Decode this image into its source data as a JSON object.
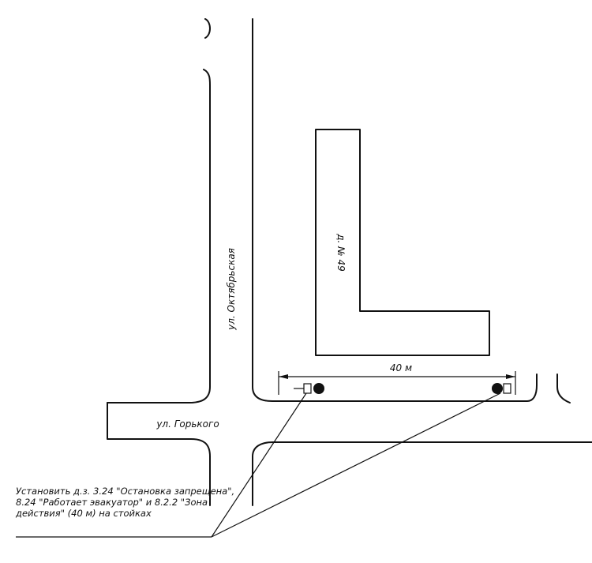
{
  "streets": {
    "vertical": "ул. Октябрьская",
    "horizontal": "ул. Горького"
  },
  "building": {
    "label": "д. № 49"
  },
  "zone": {
    "length_label": "40 м"
  },
  "note": {
    "lines": [
      "Установить д.з. 3.24 \"Остановка запрещена\",",
      "8.24 \"Работает эвакуатор\" и 8.2.2 \"Зона",
      "действия\" (40 м) на стойках"
    ]
  }
}
